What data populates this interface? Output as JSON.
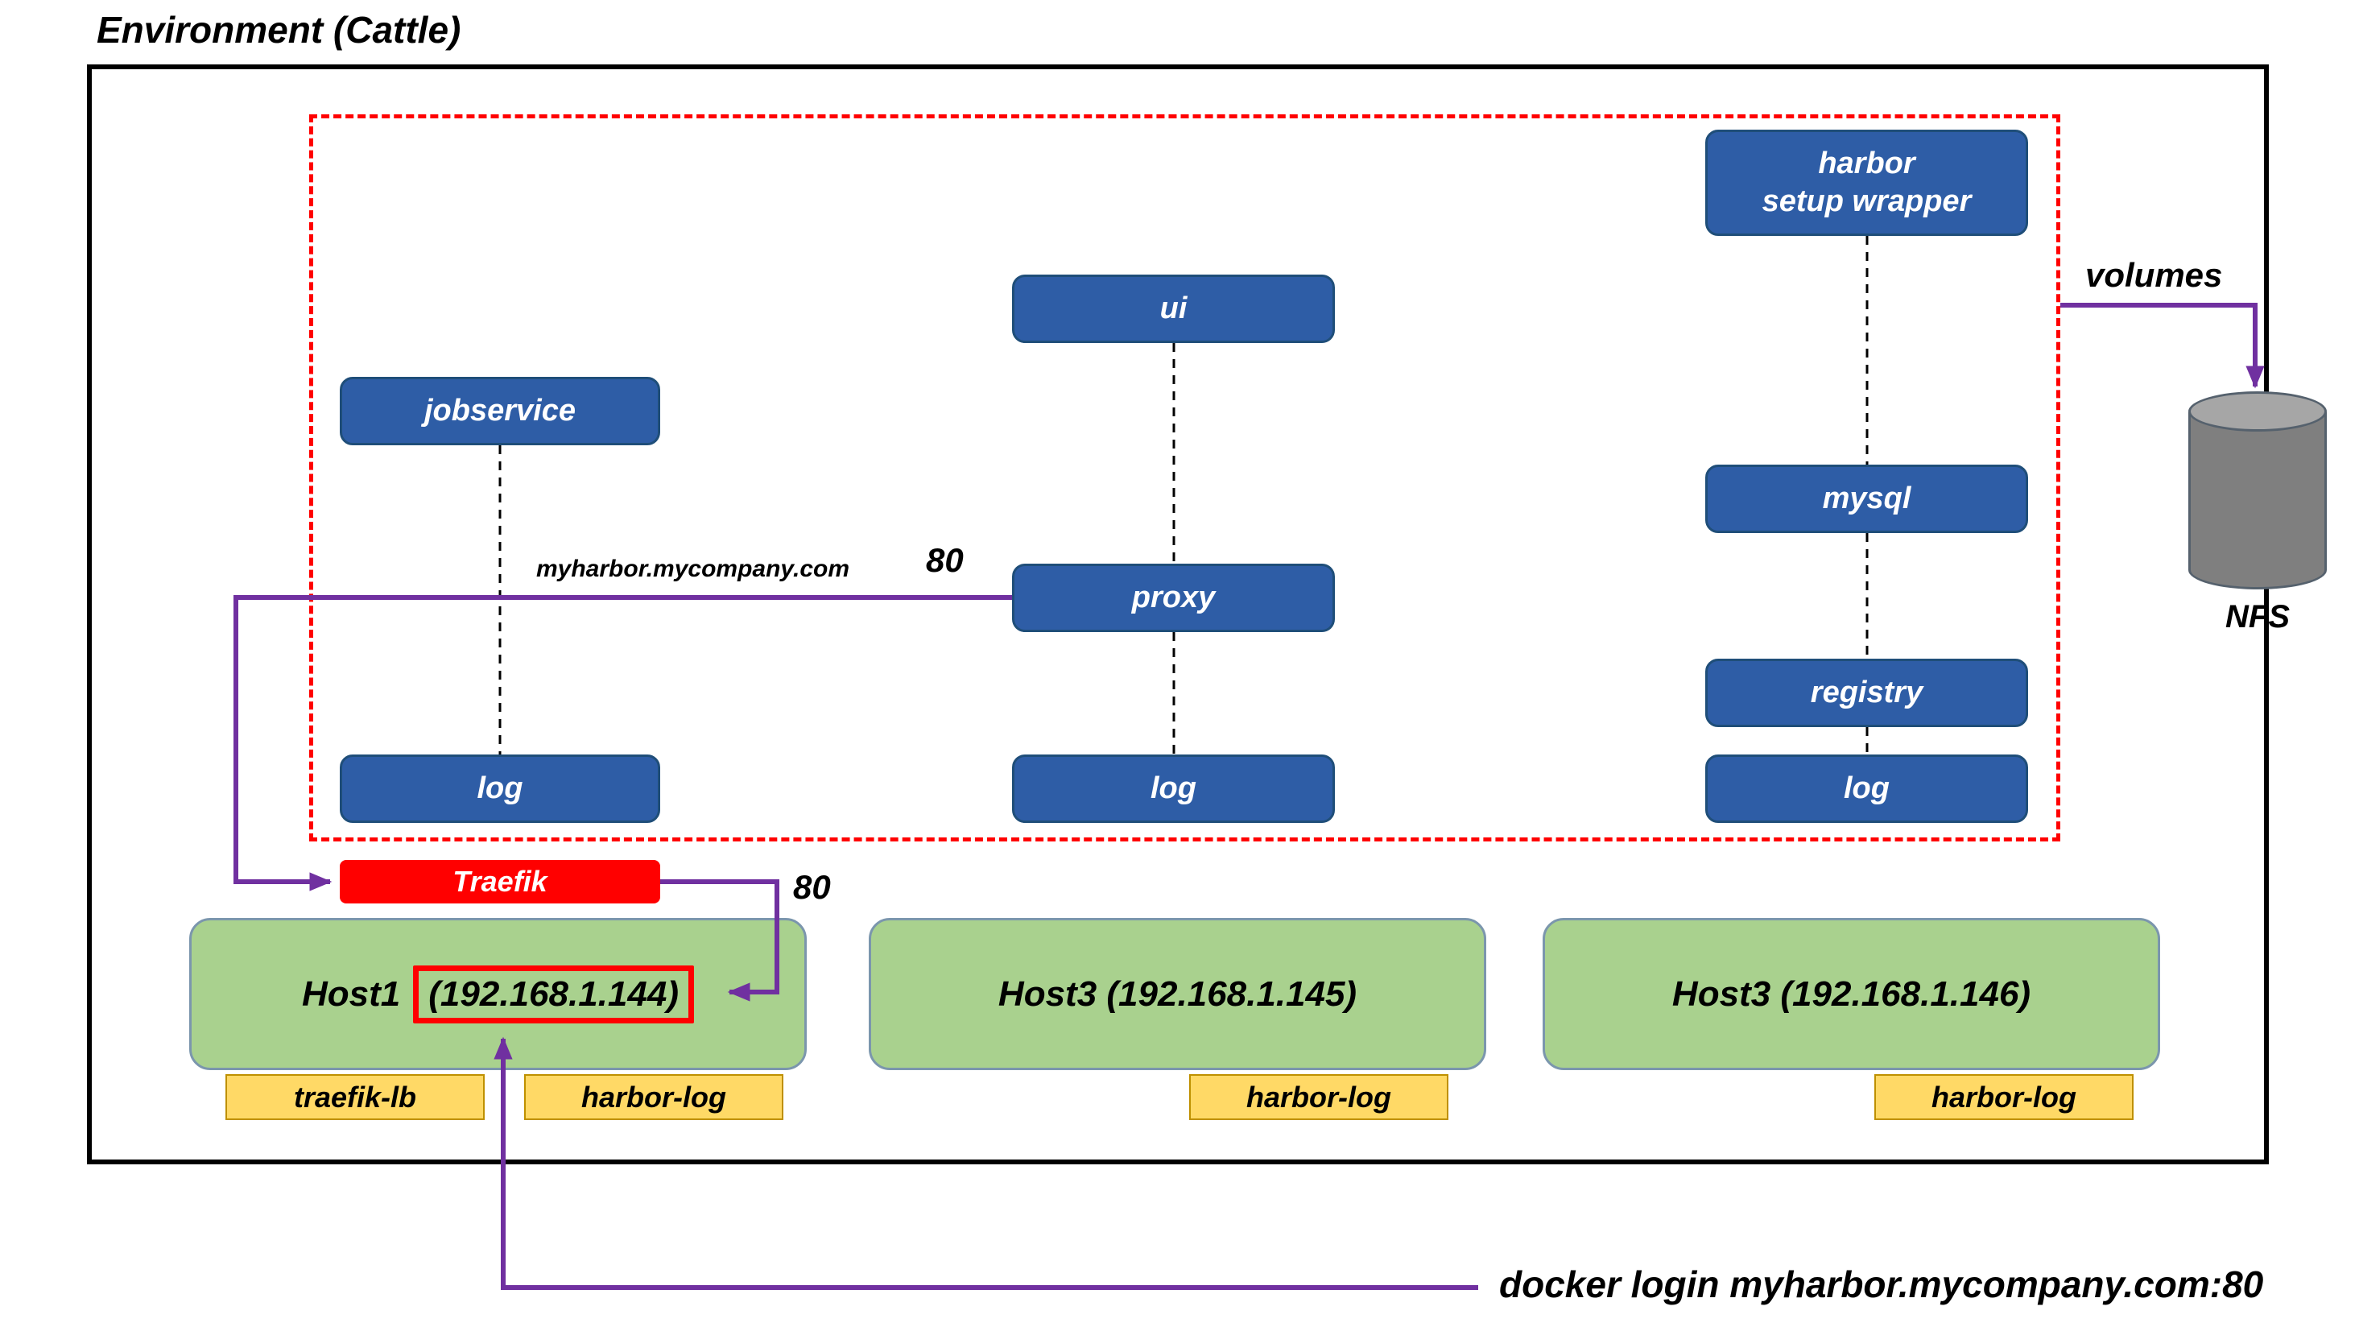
{
  "title": "Environment (Cattle)",
  "stack": {
    "services": {
      "harbor_setup_wrapper": {
        "line1": "harbor",
        "line2": "setup wrapper"
      },
      "ui": "ui",
      "jobservice": "jobservice",
      "mysql": "mysql",
      "proxy": "proxy",
      "registry": "registry",
      "log_left": "log",
      "log_middle": "log",
      "log_right": "log"
    }
  },
  "traefik_label": "Traefik",
  "hosts": {
    "host1": {
      "name": "Host1",
      "ip": "(192.168.1.144)"
    },
    "host2": {
      "label": "Host3 (192.168.1.145)"
    },
    "host3": {
      "label": "Host3 (192.168.1.146)"
    }
  },
  "host_badges": {
    "traefik_lb": "traefik-lb",
    "harbor_log_1": "harbor-log",
    "harbor_log_2": "harbor-log",
    "harbor_log_3": "harbor-log"
  },
  "storage": {
    "nfs_label": "NFS",
    "volumes_label": "volumes"
  },
  "annotations": {
    "proxy_domain": "myharbor.mycompany.com",
    "proxy_port": "80",
    "traefik_port": "80",
    "docker_login": "docker login myharbor.mycompany.com:80"
  },
  "colors": {
    "service_fill": "#2e5da6",
    "service_border": "#1f4e79",
    "traefik_fill": "#ff0000",
    "host_fill": "#a9d18e",
    "badge_fill": "#ffd966",
    "badge_border": "#bf9000",
    "arrow_purple": "#7030a0",
    "stack_dash_border": "#ff0000",
    "cylinder_fill": "#7f7f7f"
  }
}
